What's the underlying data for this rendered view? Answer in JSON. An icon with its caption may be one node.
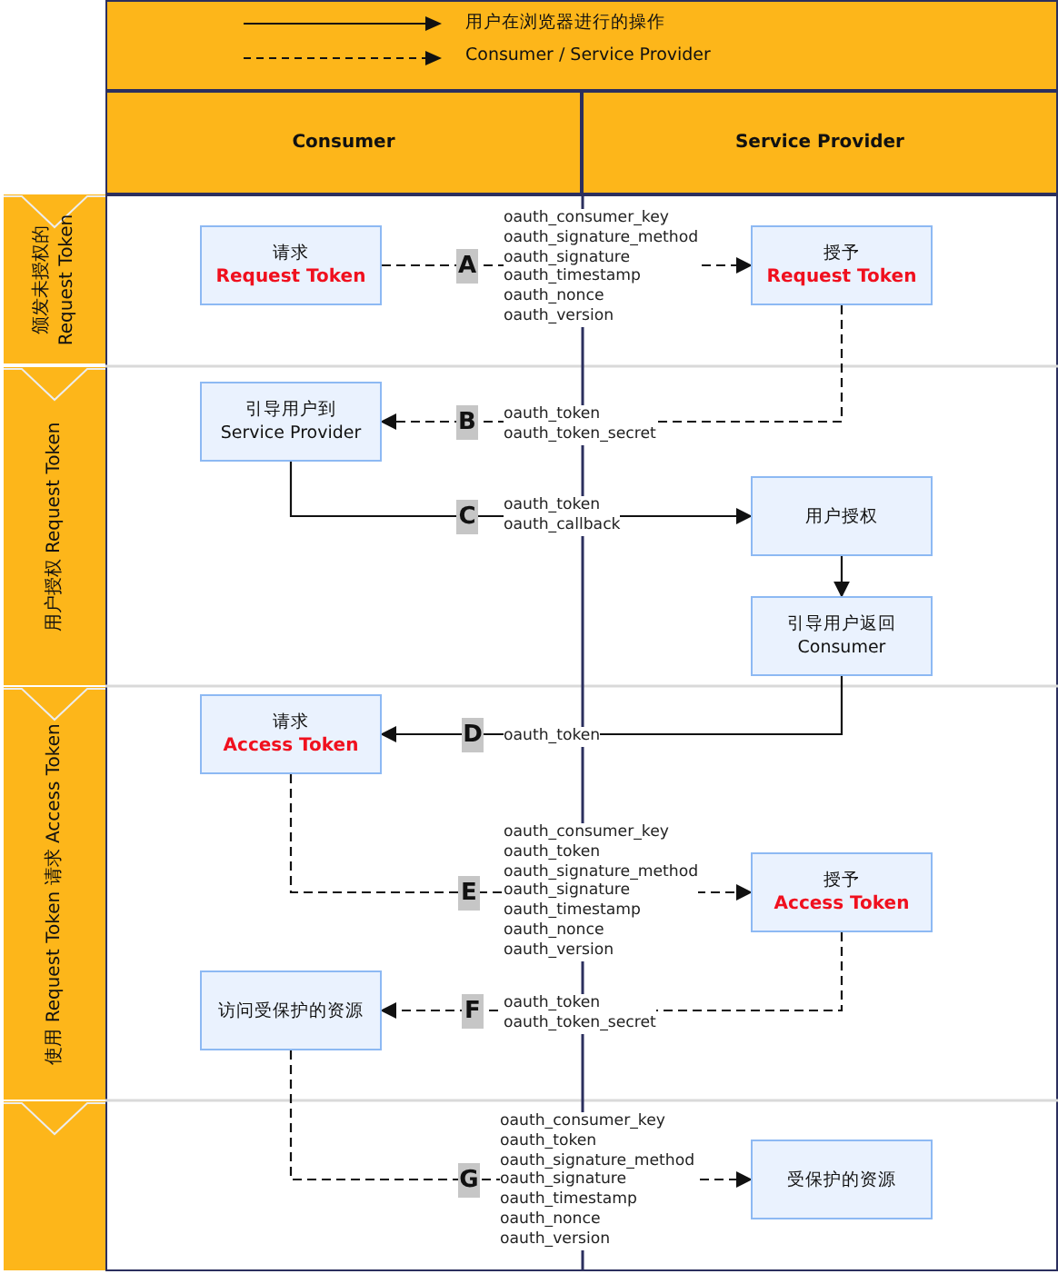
{
  "diagram": {
    "nodes": [
      {
        "text": [
          "Consumer"
        ]
      },
      {
        "text": [
          "Service Provider"
        ]
      },
      {
        "text": [
          "颁发未授权的 Request Token"
        ]
      },
      {
        "text": [
          "用户授权 Request Token"
        ]
      },
      {
        "text": [
          "使用 Request Token 请求 Access Token"
        ]
      },
      {
        "text": [],
        "shape": "box"
      },
      {
        "text": [
          "请求",
          "Request Token"
        ]
      },
      {
        "text": [
          "授予",
          "Request Token"
        ]
      },
      {
        "text": [
          "引导用户到 Service Provider"
        ]
      },
      {
        "text": [
          "用户授权"
        ]
      },
      {
        "text": [
          "引导用户返回 Consumer"
        ]
      },
      {
        "text": [
          "请求",
          "Access Token"
        ]
      },
      {
        "text": [
          "授予",
          "Access Token"
        ]
      },
      {
        "text": [
          "访问受保护的资源"
        ]
      },
      {
        "text": [
          "受保护的资源"
        ]
      }
    ],
    "edges": [
      {
        "from": 6,
        "to": 7,
        "arrow": "to",
        "style": "dashed",
        "label": "A"
      },
      {
        "from": 7,
        "to": 8,
        "arrow": "to",
        "style": "dashed",
        "label": "B"
      },
      {
        "from": 8,
        "to": 9,
        "arrow": "to",
        "label": "C"
      },
      {
        "from": 9,
        "to": 10,
        "arrow": "to"
      },
      {
        "from": 10,
        "to": 11,
        "arrow": "to",
        "label": "D"
      },
      {
        "from": 11,
        "to": 12,
        "arrow": "to",
        "style": "dashed",
        "label": "E"
      },
      {
        "from": 12,
        "to": 13,
        "arrow": "to",
        "style": "dashed",
        "label": "F"
      },
      {
        "from": 13,
        "to": 14,
        "arrow": "to",
        "style": "dashed",
        "label": "G"
      }
    ],
    "labels": [
      "oauth_consumer_key oauth_signature_method oauth_signature oauth_timestamp oauth_nonce oauth_version",
      "oauth_token oauth_token_secret",
      "oauth_token oauth_callback",
      "oauth_token",
      "oauth_consumer_key oauth_token oauth_signature_method oauth_signature oauth_timestamp oauth_nonce oauth_version",
      "oauth_token oauth_token_secret",
      "oauth_consumer_key oauth_token oauth_signature_method oauth_signature oauth_timestamp oauth_nonce oauth_version"
    ],
    "legend": [
      {
        "text": "用户在浏览器进行的操作"
      },
      {
        "text": "Consumer / Service Provider"
      }
    ]
  }
}
